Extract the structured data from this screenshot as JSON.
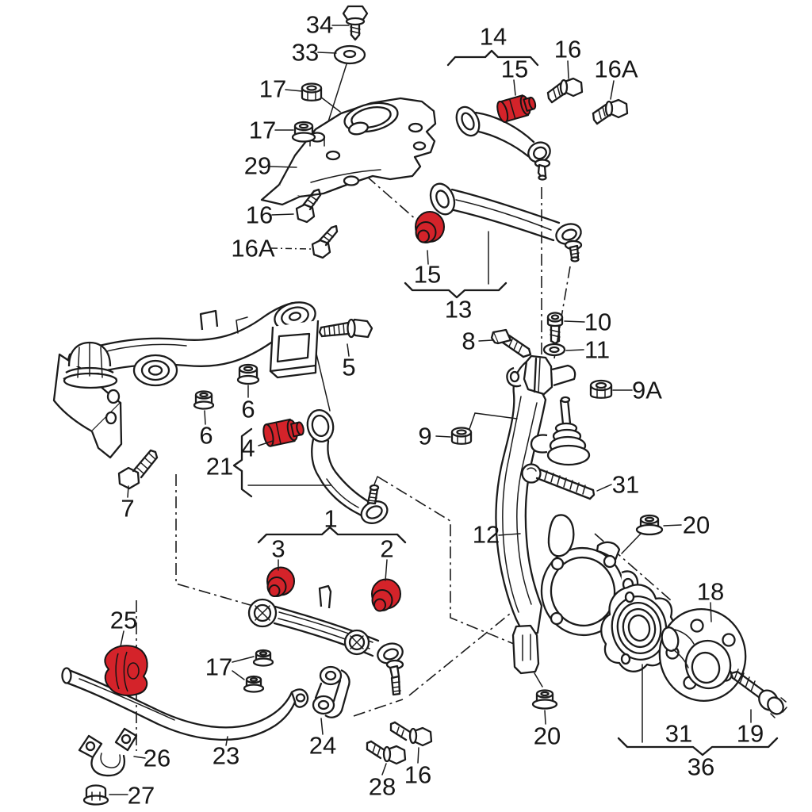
{
  "diagram": {
    "type": "exploded-parts-diagram",
    "colors": {
      "highlight": "#d4232a",
      "line": "#1b1b1b",
      "background": "#ffffff"
    },
    "highlighted_labels": [
      "15",
      "15",
      "4",
      "3",
      "2",
      "25"
    ]
  },
  "labels": {
    "l34": "34",
    "l33": "33",
    "l17_top": "17",
    "l17_mid": "17",
    "l29": "29",
    "l16_left": "16",
    "l16a_left": "16A",
    "l14": "14",
    "l15_top": "15",
    "l16_top": "16",
    "l16a_top": "16A",
    "l15_mid": "15",
    "l13": "13",
    "l8": "8",
    "l10": "10",
    "l11": "11",
    "l9a": "9A",
    "l9": "9",
    "l31_pinch": "31",
    "l12": "12",
    "l20_right": "20",
    "l18": "18",
    "l19": "19",
    "l31_bearing": "31",
    "l36": "36",
    "l20_bottom": "20",
    "l5": "5",
    "l6_upper": "6",
    "l6_lower": "6",
    "l7": "7",
    "l21": "21",
    "l4": "4",
    "l1": "1",
    "l3": "3",
    "l2": "2",
    "l25": "25",
    "l17_bottom": "17",
    "l26": "26",
    "l23": "23",
    "l27": "27",
    "l24": "24",
    "l28": "28",
    "l16_bottom": "16"
  }
}
